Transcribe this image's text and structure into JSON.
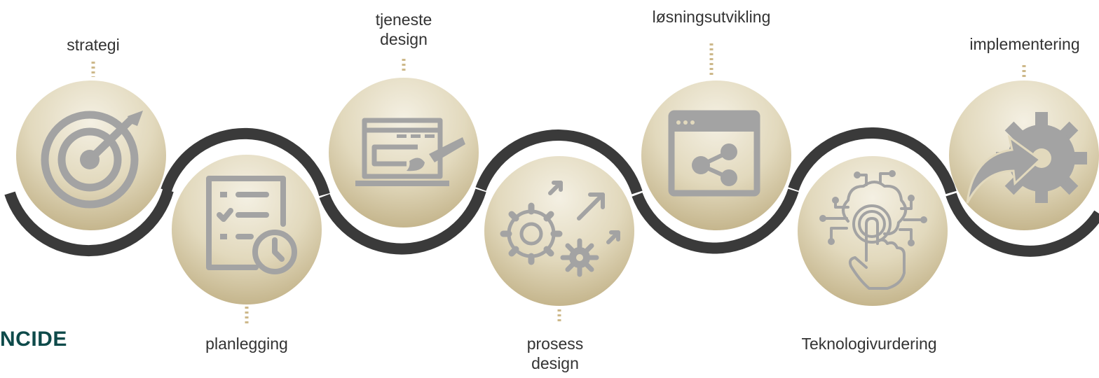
{
  "steps": [
    {
      "label": "strategi",
      "icon": "target-arrow-icon"
    },
    {
      "label": "planlegging",
      "icon": "checklist-clock-icon"
    },
    {
      "label": "tjeneste\ndesign",
      "icon": "laptop-paintbrush-icon"
    },
    {
      "label": "prosess\ndesign",
      "icon": "gears-arrows-icon"
    },
    {
      "label": "løsningsutvikling",
      "icon": "browser-share-icon"
    },
    {
      "label": "Teknologivurdering",
      "icon": "brain-hand-touch-icon"
    },
    {
      "label": "implementering",
      "icon": "arrow-gear-icon"
    }
  ],
  "logo_text": "NCIDE",
  "colors": {
    "circle_light": "#f3efe2",
    "circle_dark": "#c3b48c",
    "connector": "#3a3a3a",
    "icon": "#a3a3a3",
    "dots": "#cdb88a",
    "logo": "#0e4a4a"
  }
}
